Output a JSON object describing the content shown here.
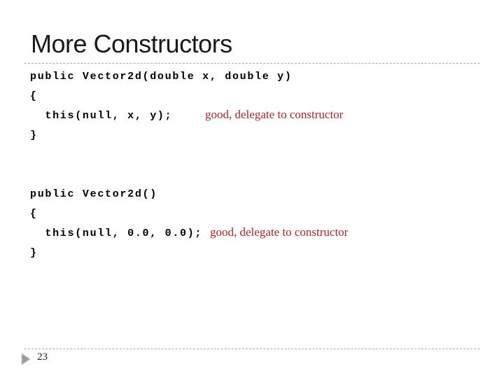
{
  "slide": {
    "title": "More Constructors",
    "page_number": "23"
  },
  "code_blocks": [
    {
      "lines": [
        "public Vector2d(double x, double y)",
        "{",
        "  this(null, x, y);",
        "}"
      ],
      "annotation": "good, delegate to constructor"
    },
    {
      "lines": [
        "public Vector2d()",
        "{",
        "  this(null, 0.0, 0.0);",
        "}"
      ],
      "annotation": "good, delegate to constructor"
    }
  ],
  "colors": {
    "annotation": "#b02228",
    "code": "#000000",
    "title": "#1a1a1a",
    "divider": "#ababab",
    "arrow": "#9d9d9d"
  },
  "icons": {
    "footer_arrow": "right-triangle"
  }
}
